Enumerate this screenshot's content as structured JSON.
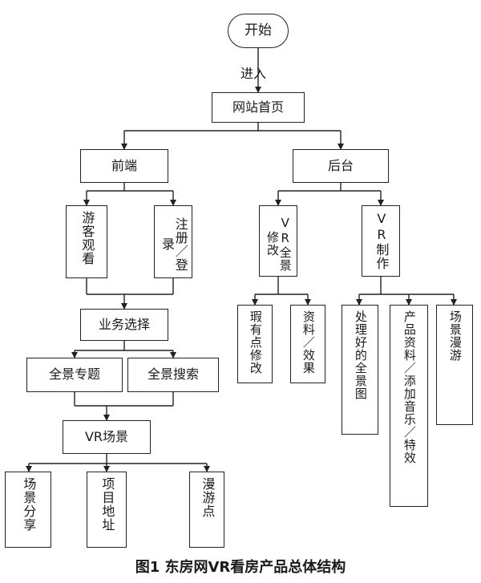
{
  "diagram": {
    "start": "开始",
    "enter_label": "进入",
    "home": "网站首页",
    "front": "前端",
    "back": "后台",
    "guest": "游客观看",
    "register": "注册／登录",
    "business": "业务选择",
    "topic": "全景专题",
    "search": "全景搜索",
    "vr_scene": "VR场景",
    "scene_share": "场景分享",
    "project_address": "项目地址",
    "tour_point": "漫游点",
    "vr_modify": "VR全景修改",
    "vr_make": "VR制作",
    "flaw_modify": "瑕有点修改",
    "material_effect": "资料／效果",
    "processed_pano": "处理好的全景图",
    "product_info": "产品资料／添加音乐／特效",
    "scene_tour": "场景漫游"
  },
  "caption": "图1  东房网VR看房产品总体结构"
}
